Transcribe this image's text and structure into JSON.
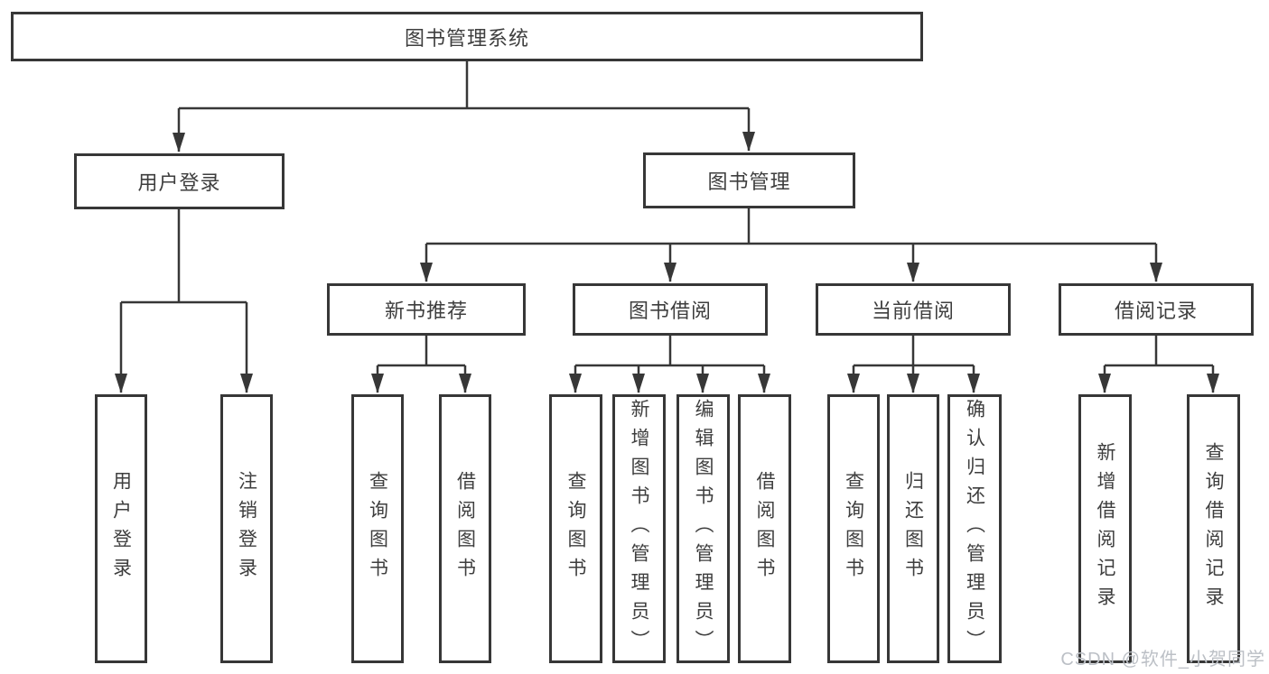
{
  "diagram": {
    "root": {
      "label": "图书管理系统"
    },
    "level2": [
      {
        "label": "用户登录"
      },
      {
        "label": "图书管理"
      }
    ],
    "level3": [
      {
        "label": "新书推荐"
      },
      {
        "label": "图书借阅"
      },
      {
        "label": "当前借阅"
      },
      {
        "label": "借阅记录"
      }
    ],
    "leaves": [
      {
        "parent": "用户登录",
        "label": "用户登录"
      },
      {
        "parent": "用户登录",
        "label": "注销登录"
      },
      {
        "parent": "新书推荐",
        "label": "查询图书"
      },
      {
        "parent": "新书推荐",
        "label": "借阅图书"
      },
      {
        "parent": "图书借阅",
        "label": "查询图书"
      },
      {
        "parent": "图书借阅",
        "label": "新增图书（管理员）"
      },
      {
        "parent": "图书借阅",
        "label": "编辑图书（管理员）"
      },
      {
        "parent": "图书借阅",
        "label": "借阅图书"
      },
      {
        "parent": "当前借阅",
        "label": "查询图书"
      },
      {
        "parent": "当前借阅",
        "label": "归还图书"
      },
      {
        "parent": "当前借阅",
        "label": "确认归还（管理员）"
      },
      {
        "parent": "借阅记录",
        "label": "新增借阅记录"
      },
      {
        "parent": "借阅记录",
        "label": "查询借阅记录"
      }
    ]
  },
  "watermark": "CSDN @软件_小贺同学",
  "colors": {
    "line": "#373737",
    "text": "#3e3e3e",
    "watermark": "#bcc0c6",
    "background": "#ffffff"
  }
}
